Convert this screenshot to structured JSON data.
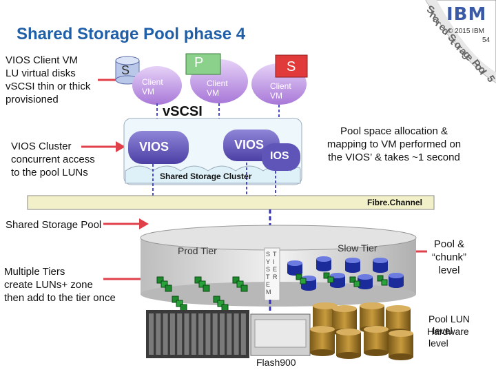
{
  "title": "Shared Storage Pool phase 4",
  "corner": {
    "brand": "IBM",
    "copyright": "© 2015 IBM",
    "page": "54",
    "ribbon_chars": [
      "S",
      "h",
      "a",
      "r",
      "e",
      "d",
      " ",
      "S",
      "t",
      "o",
      "r",
      "a",
      "g",
      "e",
      " ",
      "P",
      "o",
      "o",
      "l",
      " ",
      "5"
    ]
  },
  "left_notes": {
    "client": [
      "VIOS Client VM",
      "LU virtual disks",
      "vSCSI thin or thick",
      "provisioned"
    ],
    "cluster": [
      "VIOS Cluster",
      "concurrent access",
      "to the pool LUNs"
    ],
    "pool": "Shared Storage Pool",
    "tiers": [
      "Multiple Tiers",
      "create LUNs+ zone",
      "then add to the tier once"
    ]
  },
  "vms": [
    {
      "letter": "S",
      "label": [
        "Client",
        "VM"
      ]
    },
    {
      "letter": "P",
      "label": [
        "Client",
        "VM"
      ]
    },
    {
      "letter": "S",
      "label": [
        "Client",
        "VM"
      ]
    }
  ],
  "vscsi": "vSCSI",
  "vios": [
    "VIOS",
    "VIOS",
    "IOS"
  ],
  "cluster_label": "Shared Storage Cluster",
  "right_notes": {
    "allocation": [
      "Pool space allocation &",
      "mapping to VM performed on",
      "the VIOS’ & takes ~1 second"
    ],
    "chunk": [
      "Pool &",
      "“chunk”",
      "level"
    ],
    "lun": [
      "Pool LUN",
      "level"
    ],
    "hardware": [
      "Hardware",
      "level"
    ]
  },
  "fibre": "Fibre.Channel",
  "tiers": {
    "prod": "Prod Tier",
    "slow": "Slow Tier",
    "system": [
      "S",
      "Y",
      "S",
      "T",
      "E",
      "M"
    ],
    "tier": [
      "T",
      "I",
      "E",
      "R"
    ]
  },
  "flash": "Flash900",
  "colors": {
    "title": "#1f5fa8",
    "vm": "#b085e0",
    "vios": "#6b5fbf",
    "arrow": "#e0404a",
    "fibre": "#f2f0c8",
    "cluster": "#e8f6fb"
  }
}
